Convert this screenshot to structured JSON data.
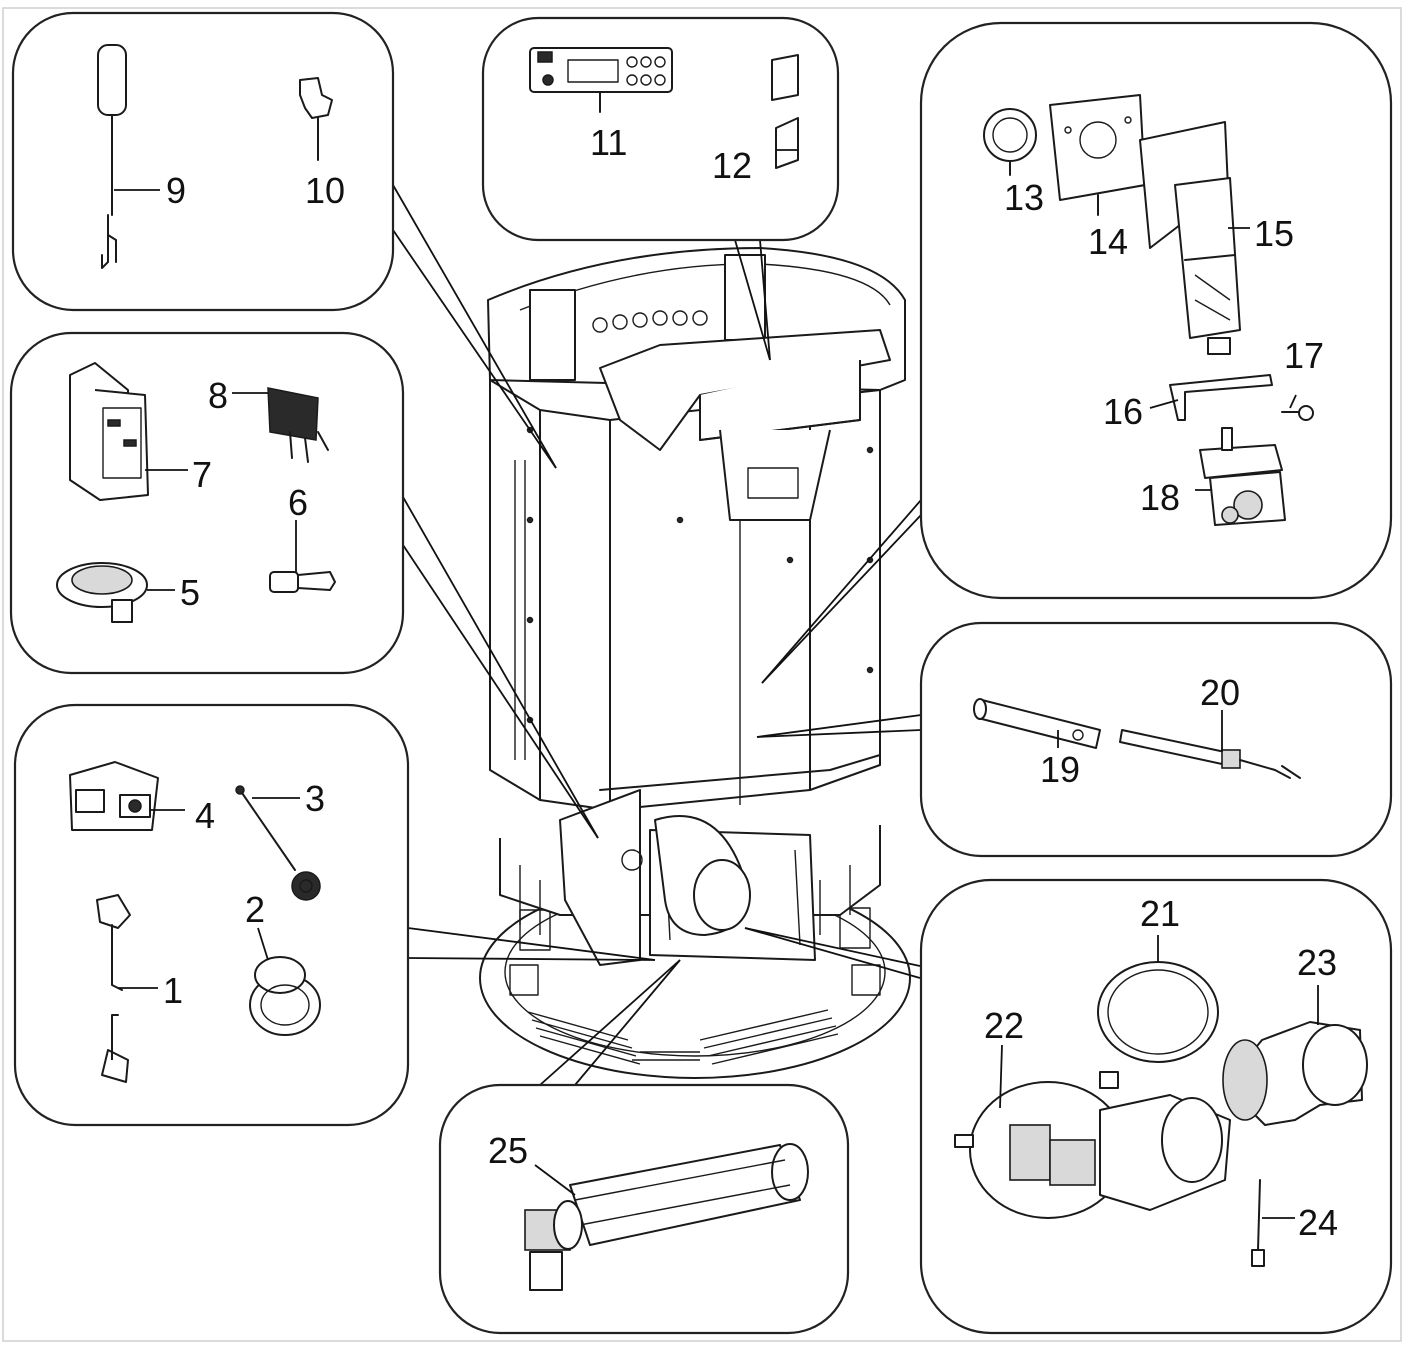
{
  "callouts": {
    "c1": "1",
    "c2": "2",
    "c3": "3",
    "c4": "4",
    "c5": "5",
    "c6": "6",
    "c7": "7",
    "c8": "8",
    "c9": "9",
    "c10": "10",
    "c11": "11",
    "c12": "12",
    "c13": "13",
    "c14": "14",
    "c15": "15",
    "c16": "16",
    "c17": "17",
    "c18": "18",
    "c19": "19",
    "c20": "20",
    "c21": "21",
    "c22": "22",
    "c23": "23",
    "c24": "24",
    "c25": "25"
  },
  "colors": {
    "line": "#1a1a1a",
    "background": "#ffffff",
    "shade": "#d9d9d9"
  }
}
